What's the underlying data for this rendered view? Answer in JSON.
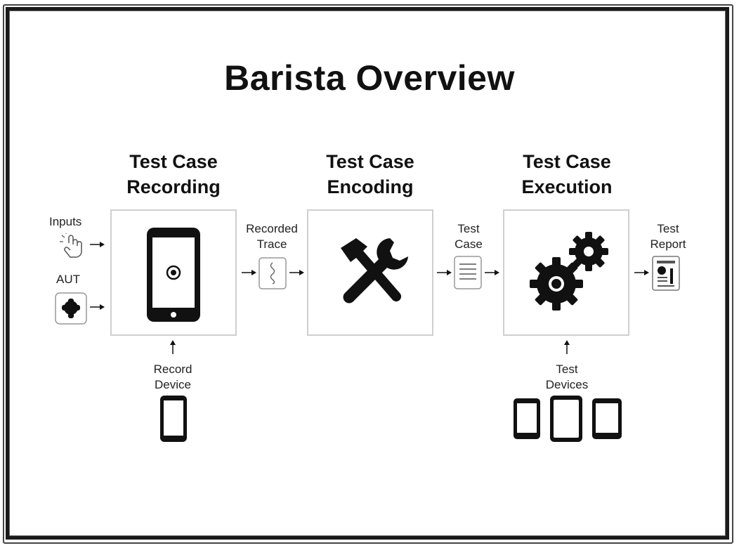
{
  "title": "Barista Overview",
  "stages": [
    {
      "line1": "Test Case",
      "line2": "Recording"
    },
    {
      "line1": "Test Case",
      "line2": "Encoding"
    },
    {
      "line1": "Test Case",
      "line2": "Execution"
    }
  ],
  "labels": {
    "inputs": "Inputs",
    "aut": "AUT",
    "recorded_trace_1": "Recorded",
    "recorded_trace_2": "Trace",
    "test_case_1": "Test",
    "test_case_2": "Case",
    "test_report_1": "Test",
    "test_report_2": "Report",
    "record_device_1": "Record",
    "record_device_2": "Device",
    "test_devices_1": "Test",
    "test_devices_2": "Devices"
  },
  "icons": {
    "inputs": "touch-hand-icon",
    "aut": "android-robot-icon",
    "recording": "smartphone-record-icon",
    "trace": "trace-document-icon",
    "encoding": "hammer-wrench-icon",
    "test_case": "test-case-document-icon",
    "execution": "gears-icon",
    "report": "report-document-icon",
    "record_device": "phone-icon",
    "test_devices": [
      "phone-icon",
      "tablet-icon",
      "tablet-icon"
    ]
  }
}
